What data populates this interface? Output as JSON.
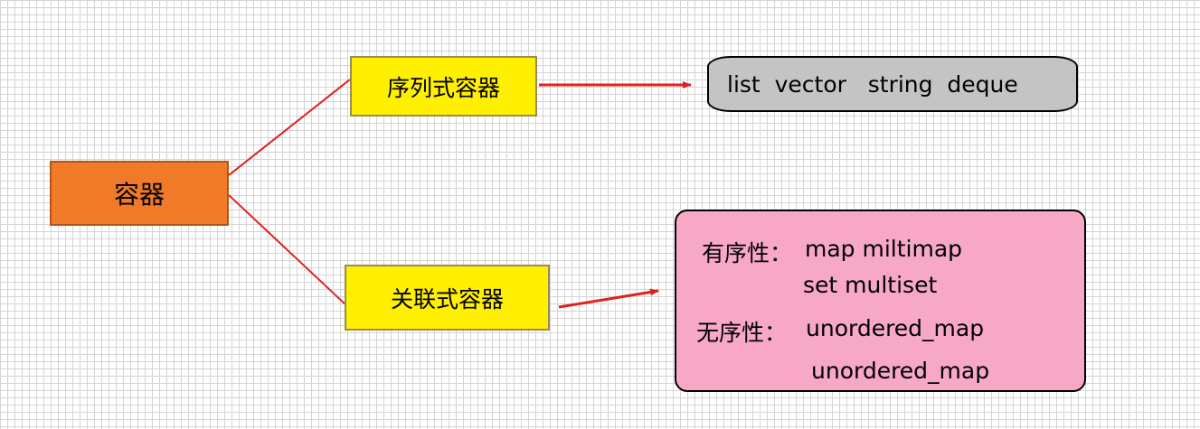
{
  "nodes": {
    "root": {
      "label": "容器"
    },
    "sequence": {
      "label": "序列式容器"
    },
    "associative": {
      "label": "关联式容器"
    }
  },
  "sequence_members": {
    "text": "list  vector   string  deque"
  },
  "associative_members": {
    "ordered_label": "有序性：",
    "ordered_items": [
      "map miltimap",
      "set multiset"
    ],
    "unordered_label": "无序性：",
    "unordered_items": [
      "unordered_map",
      "unordered_map"
    ]
  },
  "colors": {
    "root_fill": "#f07a28",
    "category_fill": "#ffef00",
    "sequence_members_fill": "#c4c4c4",
    "associative_members_fill": "#f7a8c6",
    "connector": "#e02020"
  }
}
